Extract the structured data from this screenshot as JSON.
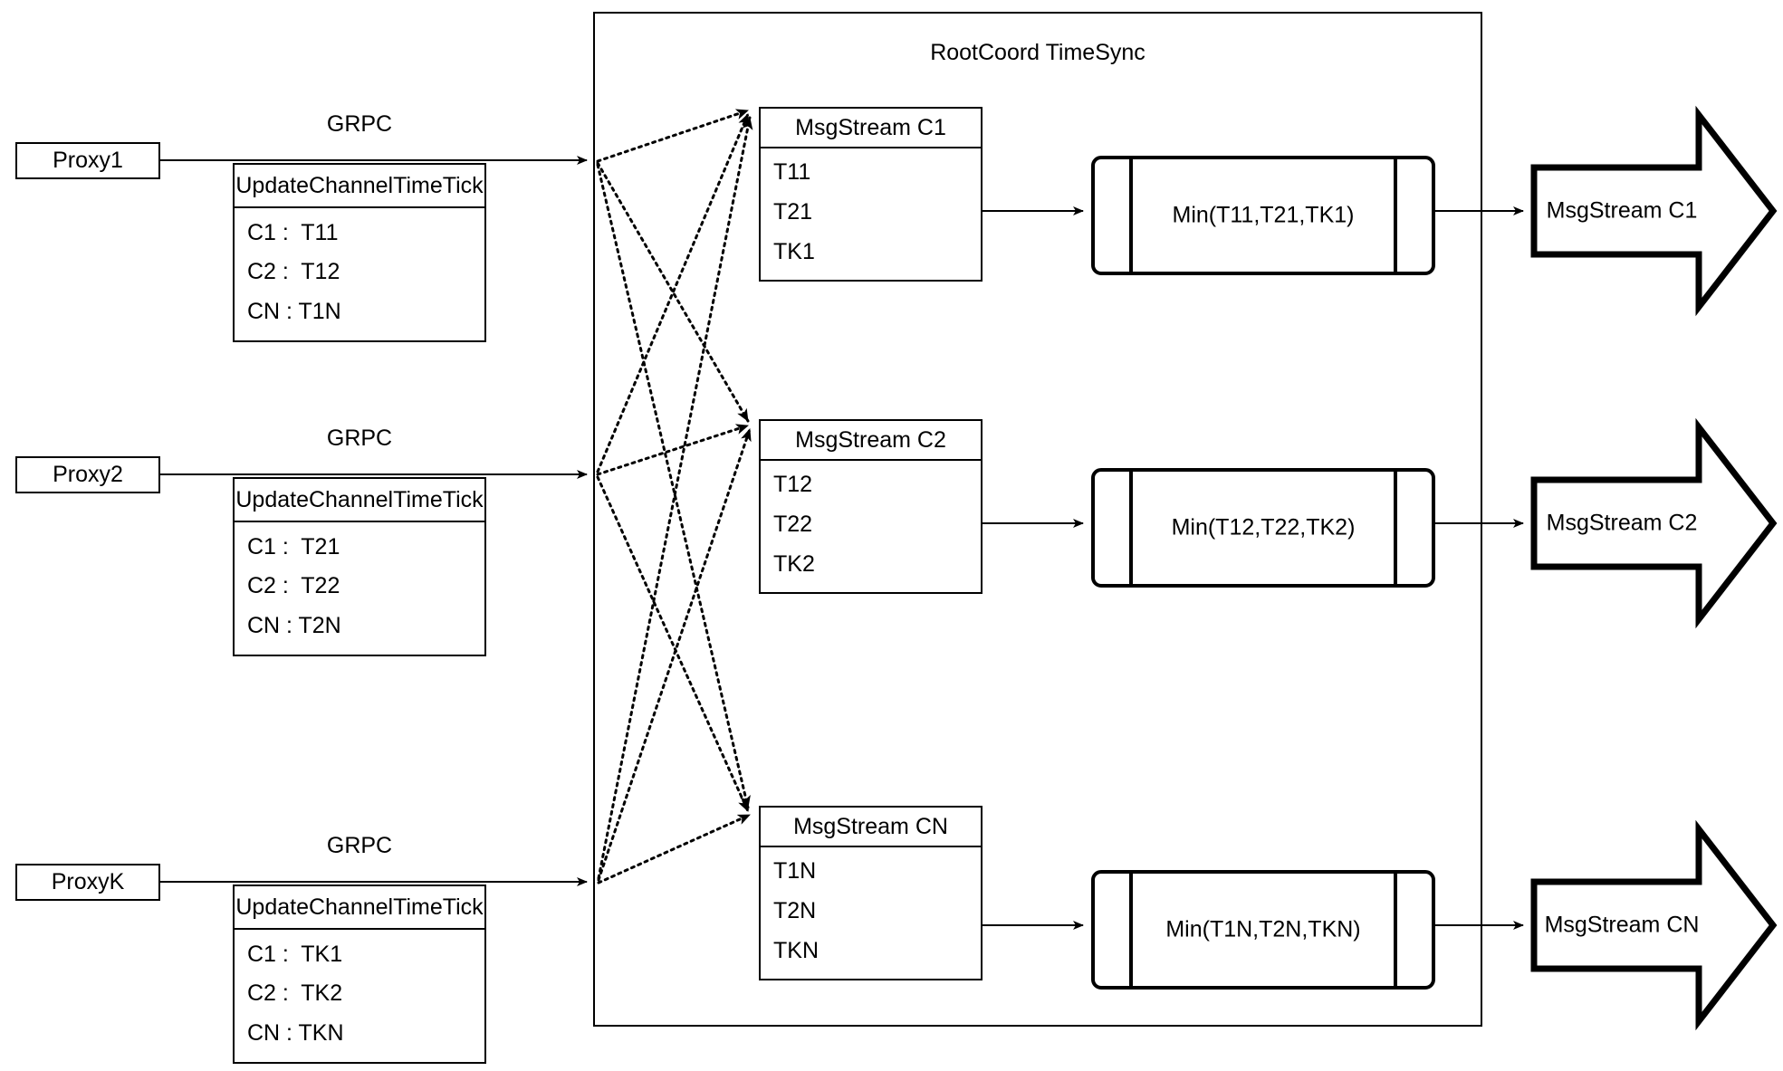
{
  "diagram": {
    "title": "RootCoord TimeSync",
    "container_label": "RootCoord TimeSync",
    "connector_label_grpc": "GRPC",
    "colors": {
      "stroke": "#000000",
      "background": "#ffffff",
      "text": "#000000"
    }
  },
  "proxies": [
    {
      "name": "Proxy1",
      "link_label": "GRPC",
      "rpc": {
        "title": "UpdateChannelTimeTick",
        "rows": [
          "C1 :  T11",
          "C2 :  T12",
          "CN : T1N"
        ]
      }
    },
    {
      "name": "Proxy2",
      "link_label": "GRPC",
      "rpc": {
        "title": "UpdateChannelTimeTick",
        "rows": [
          "C1 :  T21",
          "C2 :  T22",
          "CN : T2N"
        ]
      }
    },
    {
      "name": "ProxyK",
      "link_label": "GRPC",
      "rpc": {
        "title": "UpdateChannelTimeTick",
        "rows": [
          "C1 :  TK1",
          "C2 :  TK2",
          "CN : TKN"
        ]
      }
    }
  ],
  "channels": [
    {
      "msgstream": {
        "title": "MsgStream C1",
        "rows": [
          "T11",
          "T21",
          "TK1"
        ]
      },
      "reducer": {
        "label": "Min(T11,T21,TK1)"
      },
      "output": {
        "label": "MsgStream C1"
      }
    },
    {
      "msgstream": {
        "title": "MsgStream C2",
        "rows": [
          "T12",
          "T22",
          "TK2"
        ]
      },
      "reducer": {
        "label": "Min(T12,T22,TK2)"
      },
      "output": {
        "label": "MsgStream C2"
      }
    },
    {
      "msgstream": {
        "title": "MsgStream CN",
        "rows": [
          "T1N",
          "T2N",
          "TKN"
        ]
      },
      "reducer": {
        "label": "Min(T1N,T2N,TKN)"
      },
      "output": {
        "label": "MsgStream CN"
      }
    }
  ]
}
